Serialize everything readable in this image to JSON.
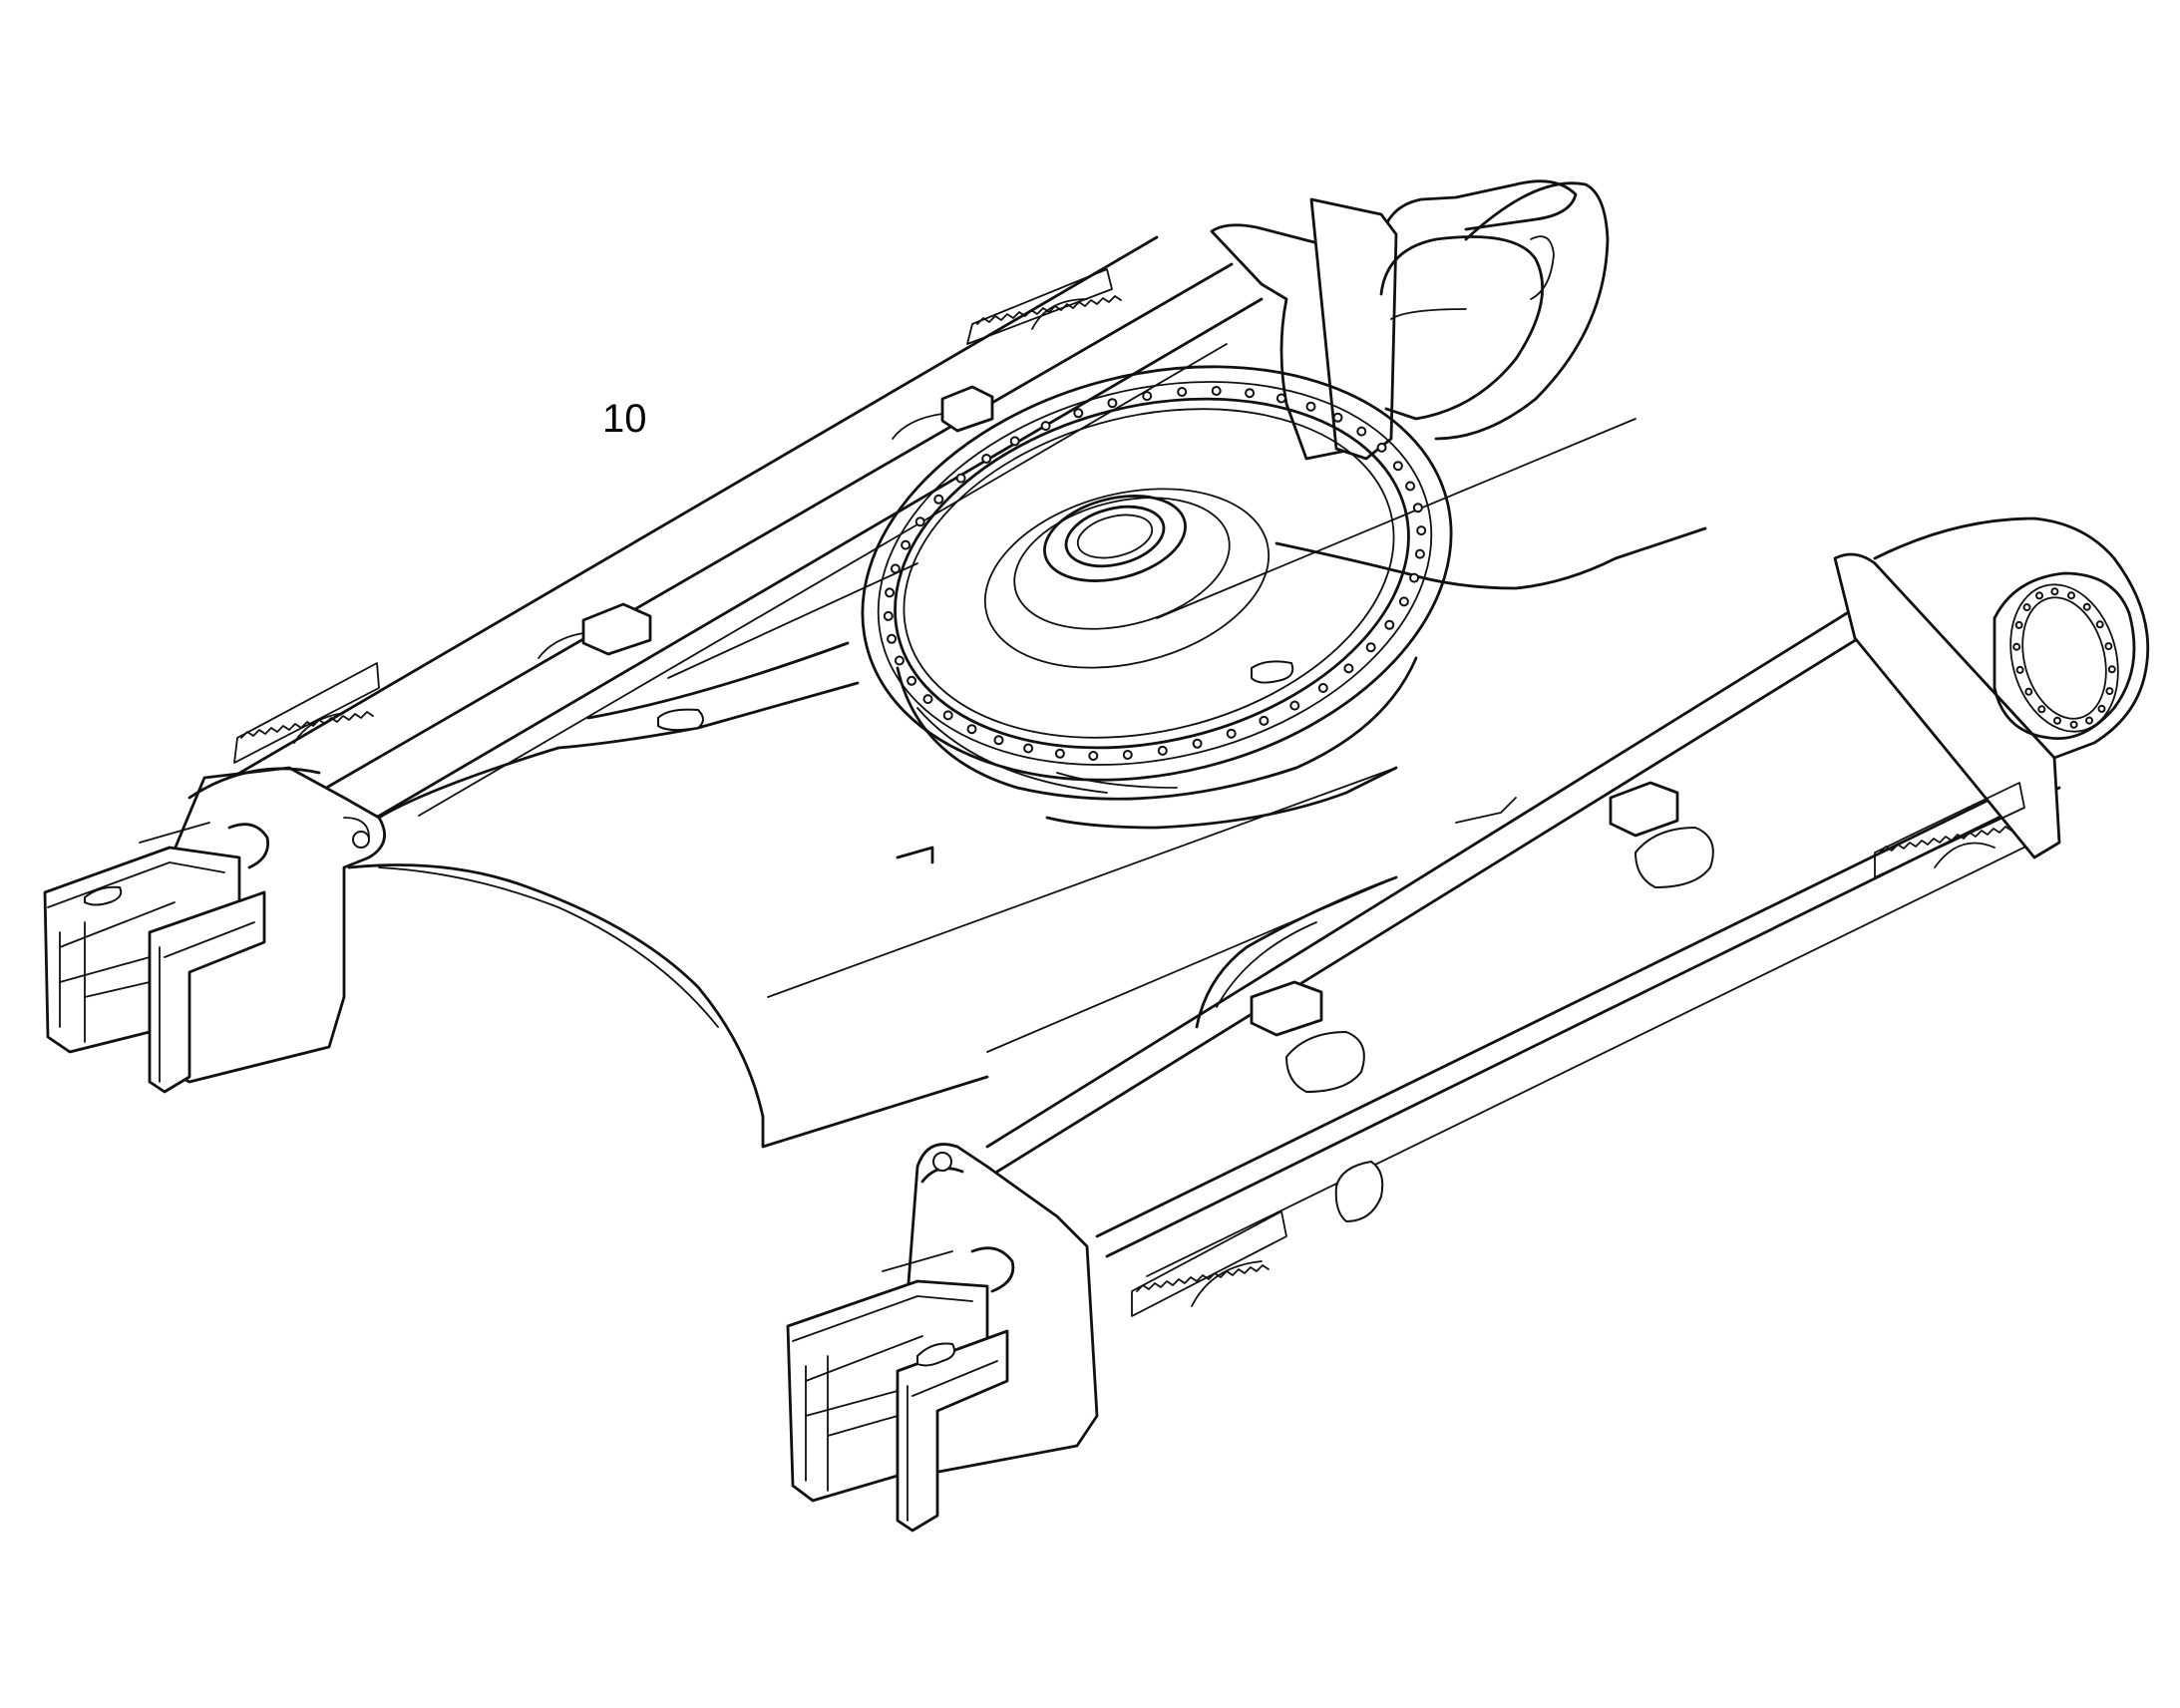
{
  "drawing": {
    "callouts": [
      {
        "label": "10"
      }
    ],
    "parts": [
      "undercarriage-frame",
      "slewing-ring",
      "left-track-frame",
      "right-track-frame",
      "x-frame-body"
    ]
  }
}
